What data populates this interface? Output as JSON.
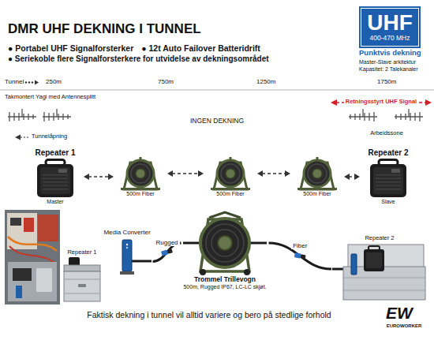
{
  "diagram": {
    "title": "DMR UHF DEKNING I TUNNEL",
    "caption": "Faktisk dekning i tunnel vil alltid variere og bero på stedlige forhold",
    "nodes": [
      {
        "text": [
          "UHF",
          "400-470 MHz"
        ]
      },
      {
        "text": [
          "Repeater 1",
          "Master"
        ]
      },
      {
        "text": [
          "500m Fiber"
        ]
      },
      {
        "text": [
          "500m Fiber"
        ]
      },
      {
        "text": [
          "500m Fiber"
        ]
      },
      {
        "text": [
          "Repeater 2",
          "Slave"
        ]
      },
      {
        "text": [
          "Repeater 1"
        ]
      },
      {
        "text": [
          "Media Converter"
        ]
      },
      {
        "text": [
          "Trommel Trillevogn",
          "500m, Rugged IP67, LC-LC skjøt."
        ]
      },
      {
        "text": [
          "Repeater 2"
        ]
      }
    ],
    "edges": [
      {
        "from": 1,
        "to": 2,
        "arrow": "both"
      },
      {
        "from": 2,
        "to": 3,
        "arrow": "both"
      },
      {
        "from": 3,
        "to": 4,
        "arrow": "both"
      },
      {
        "from": 4,
        "to": 5,
        "arrow": "both"
      },
      {
        "from": 7,
        "to": 8,
        "label": "Rugged",
        "arrow": "none"
      },
      {
        "from": 8,
        "to": 9,
        "label": "Fiber",
        "arrow": "none"
      }
    ],
    "labels": [
      "● Portabel UHF Signalforsterker",
      "● 12t Auto Failover Batteridrift",
      "● Seriekoble flere Signalforsterkere for utvidelse av dekningsområdet",
      "Punktvis dekning",
      "Master-Slave arkitektur",
      "Kapasitet: 2 Talekanaler",
      "Tunnel",
      "250m",
      "750m",
      "1250m",
      "1750m",
      "Takmontert Yagi med Antennesplitt",
      "Retningsstyrt UHF Signal",
      "INGEN DEKNING",
      "Tunnelåpning",
      "Arbeidssone",
      "EW",
      "EUROWORKER"
    ]
  }
}
